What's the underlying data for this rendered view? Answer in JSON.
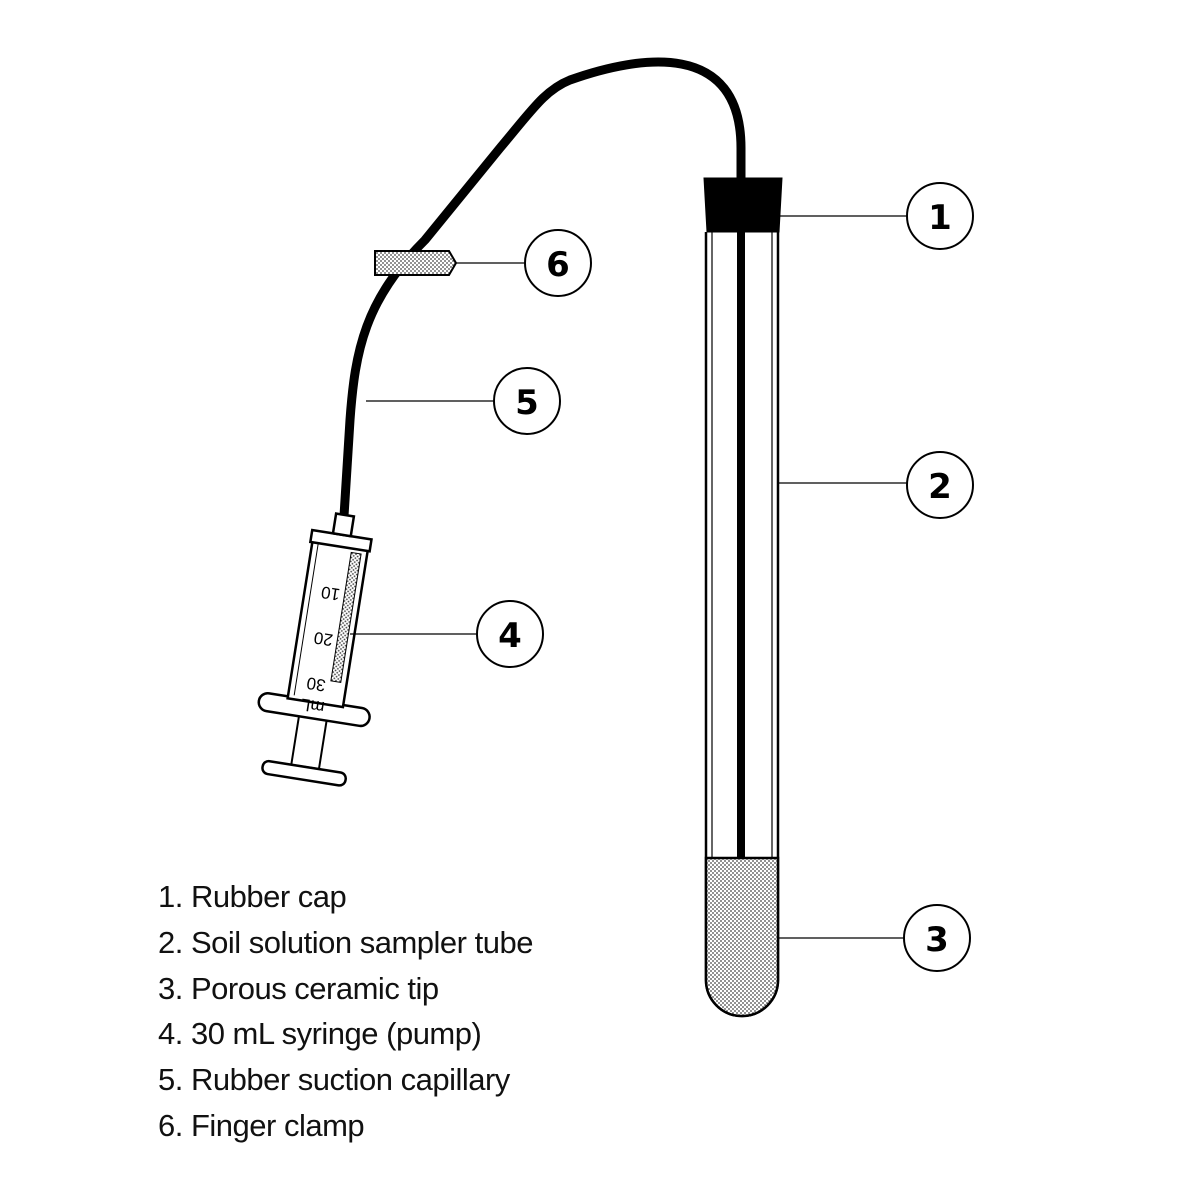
{
  "callouts": {
    "c1": "1",
    "c2": "2",
    "c3": "3",
    "c4": "4",
    "c5": "5",
    "c6": "6"
  },
  "syringe_scale": {
    "mark_10": "10",
    "mark_20": "20",
    "mark_30": "30",
    "unit": "mL"
  },
  "legend": [
    "1. Rubber cap",
    "2. Soil solution sampler tube",
    "3. Porous ceramic tip",
    "4. 30 mL syringe (pump)",
    "5. Rubber suction capillary",
    "6. Finger clamp"
  ]
}
